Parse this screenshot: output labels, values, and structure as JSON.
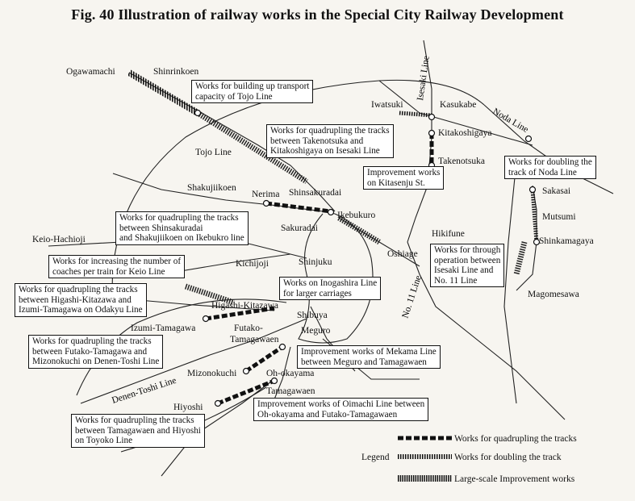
{
  "title": "Fig. 40 Illustration of railway works in the Special City Railway Development",
  "stations": {
    "ogawamachi": "Ogawamachi",
    "shinrinkoen": "Shinrinkoen",
    "iwatsuki": "Iwatsuki",
    "kasukabe": "Kasukabe",
    "kitakoshigaya": "Kitakoshigaya",
    "takenotsuka": "Takenotsuka",
    "shakujiikoen": "Shakujiikoen",
    "nerima": "Nerima",
    "shinsakuradai": "Shinsakuradai",
    "ikebukuro": "Ikebukuro",
    "sakuradai": "Sakuradai",
    "keio_hachioji": "Keio-Hachioji",
    "kichijoji": "Kichijoji",
    "shinjuku": "Shinjuku",
    "oshiage": "Oshiage",
    "hikifune": "Hikifune",
    "sakasai": "Sakasai",
    "mutsumi": "Mutsumi",
    "shinkamagaya": "Shinkamagaya",
    "magomesawa": "Magomesawa",
    "higashi_kitazawa": "Higashi-Kitazawa",
    "shibuya": "Shibuya",
    "izumi_tamagawa": "Izumi-Tamagawa",
    "futako_tamagawaen": "Futako-\nTamagawaen",
    "meguro": "Meguro",
    "mizonokuchi": "Mizonokuchi",
    "oh_okayama": "Oh-okayama",
    "tamagawaen": "Tamagawaen",
    "hiyoshi": "Hiyoshi"
  },
  "lines": {
    "isesaki": "Isesaki Line",
    "noda": "Noda Line",
    "tojo": "Tojo Line",
    "no11": "No. 11 Line",
    "denen_toshi": "Denen-Toshi Line"
  },
  "works": {
    "tojo_transport": [
      "Works for building up transport",
      "capacity of Tojo Line"
    ],
    "isesaki_quad": [
      "Works for quadrupling the tracks",
      "between Takenotsuka and",
      "Kitakoshigaya on Isesaki Line"
    ],
    "noda_double": [
      "Works for doubling the",
      "track of Noda Line"
    ],
    "kitasenju": [
      "Improvement works",
      "on Kitasenju St."
    ],
    "ikebukuro_quad": [
      "Works for quadrupling the tracks",
      "between Shinsakuradai",
      "and Shakujiikoen on Ikebukro line"
    ],
    "keio_coaches": [
      "Works for increasing the number of",
      "coaches per train for Keio Line"
    ],
    "through_op": [
      "Works for through",
      "operation between",
      "Isesaki Line and",
      "No. 11 Line"
    ],
    "odakyu_quad": [
      "Works for quadrupling the tracks",
      "between Higashi-Kitazawa and",
      "Izumi-Tamagawa on Odakyu Line"
    ],
    "inogashira": [
      "Works on Inogashira Line",
      "for larger carriages"
    ],
    "denen_quad": [
      "Works for quadrupling the tracks",
      "between Futako-Tamagawa and",
      "Mizonokuchi on Denen-Toshi Line"
    ],
    "mekama": [
      "Improvement works of Mekama Line",
      "between Meguro and Tamagawaen"
    ],
    "oimachi": [
      "Improvement works of Oimachi Line between",
      "Oh-okayama and Futako-Tamagawaen"
    ],
    "toyoko_quad": [
      "Works for quadrupling the tracks",
      "between Tamagawaen and Hiyoshi",
      "on Toyoko Line"
    ]
  },
  "legend": {
    "label": "Legend",
    "quad": "Works for quadrupling the tracks",
    "double": "Works for doubling the track",
    "large": "Large-scale Improvement works"
  }
}
